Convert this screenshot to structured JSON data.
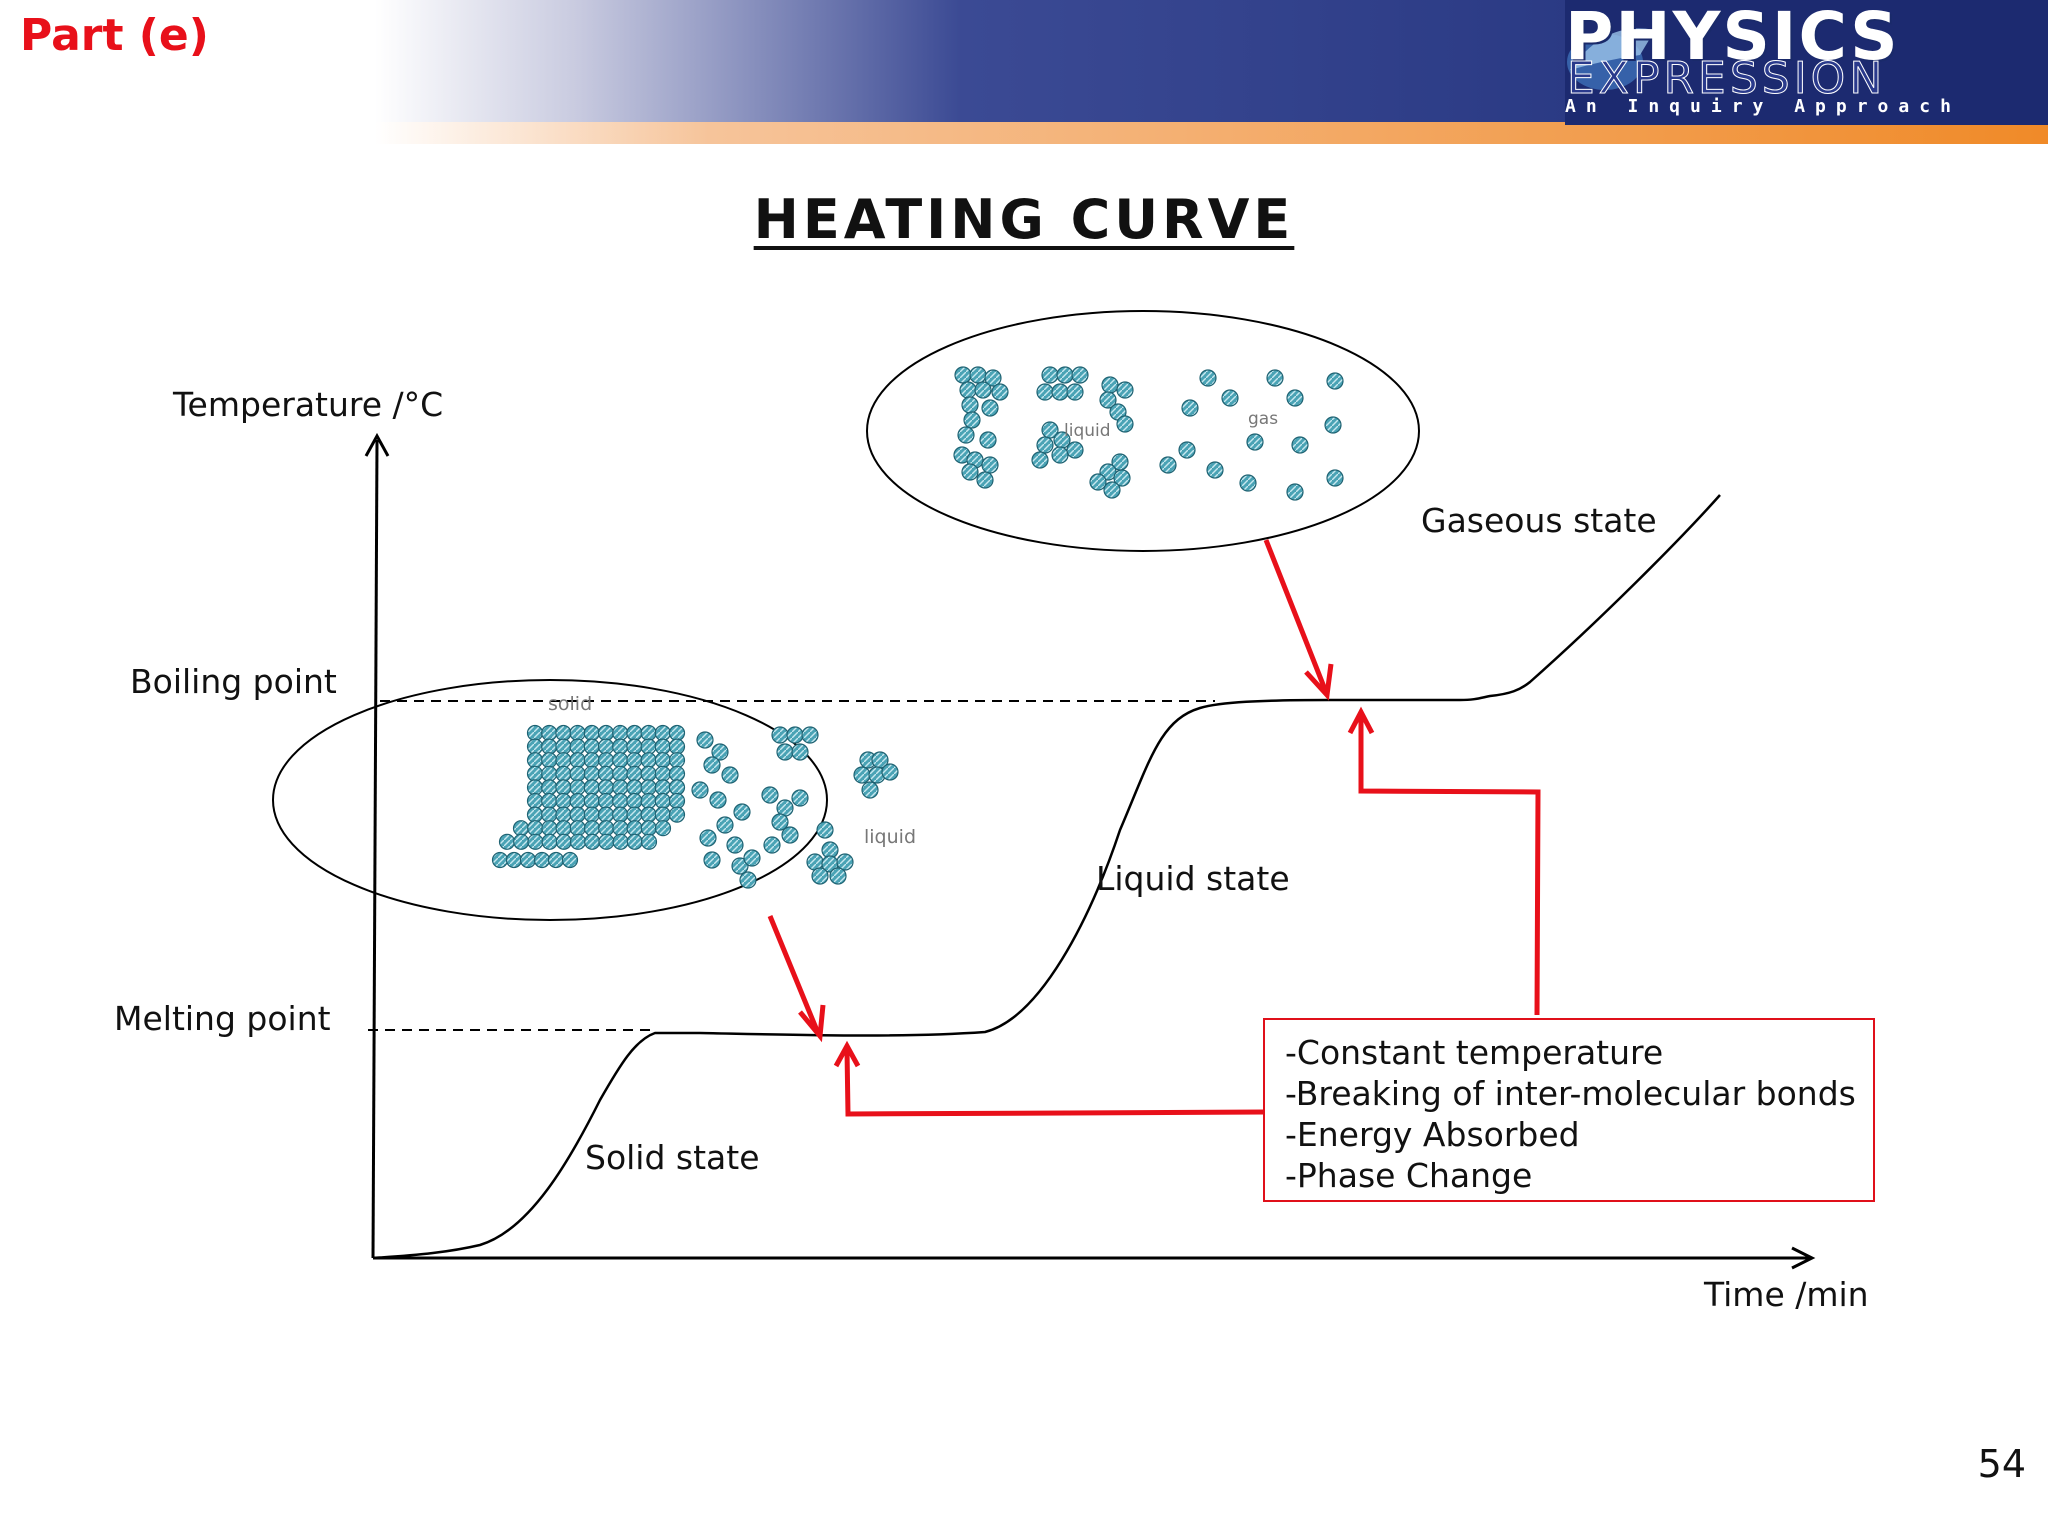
{
  "header": {
    "part_label": "Part (e)",
    "logo": {
      "title": "PHYSICS",
      "subtitle": "EXPRESSION",
      "tagline": "An Inquiry Approach"
    },
    "banner_color": "#2a3a8c",
    "accent_color": "#f08a28"
  },
  "title": "HEATING CURVE",
  "axes": {
    "y_label": "Temperature /°C",
    "x_label": "Time /min"
  },
  "levels": {
    "boiling": "Boiling point",
    "melting": "Melting point"
  },
  "states": {
    "solid": "Solid state",
    "liquid": "Liquid state",
    "gas": "Gaseous state"
  },
  "insets": {
    "melting": {
      "left_caption": "solid",
      "right_caption": "liquid"
    },
    "boiling": {
      "left_caption": "liquid",
      "right_caption": "gas"
    }
  },
  "info_box": {
    "lines": [
      "-Constant temperature",
      "-Breaking of inter-molecular bonds",
      "-Energy Absorbed",
      "-Phase Change"
    ],
    "border_color": "#e0101a"
  },
  "arrow_color": "#e8101a",
  "particle_color": "#4aa3b5",
  "page_number": "54"
}
